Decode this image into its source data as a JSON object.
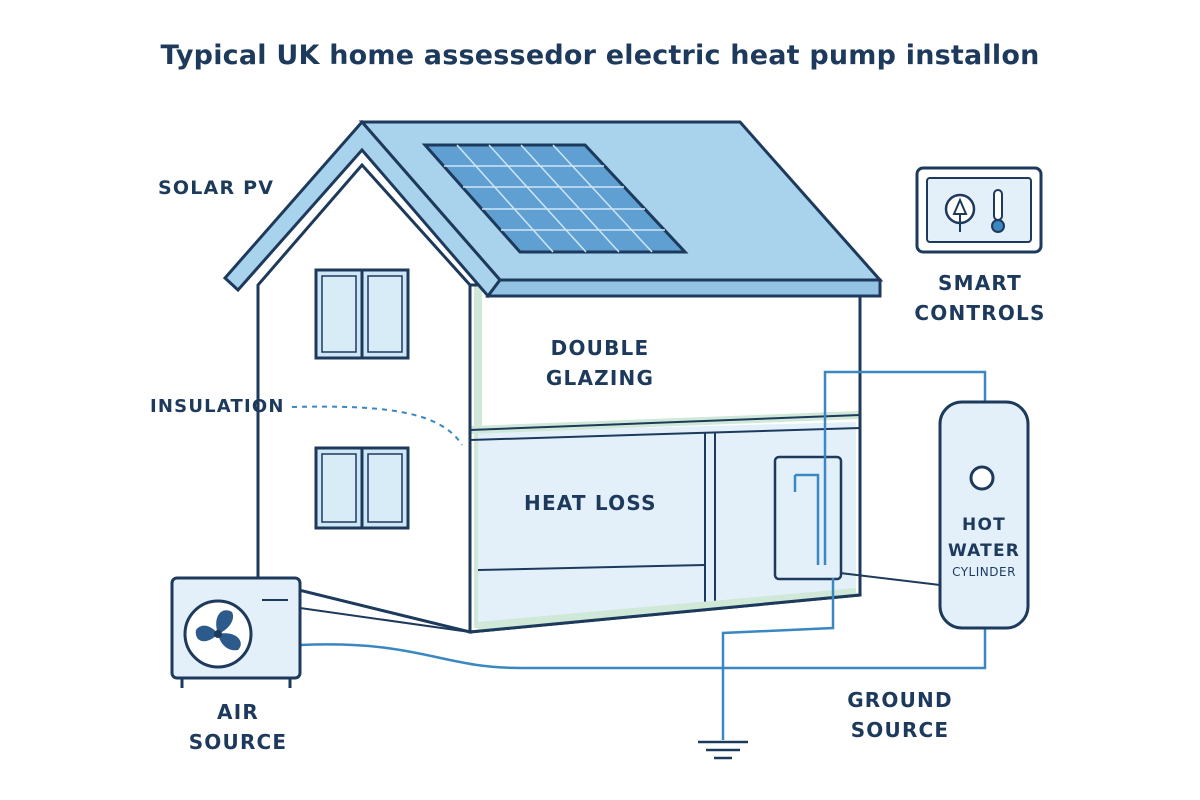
{
  "title": "Typical UK home assessedor electric heat pump installon",
  "labels": {
    "solar_pv": "SOLAR PV",
    "insulation": "INSULATION",
    "double_glazing_1": "DOUBLE",
    "double_glazing_2": "GLAZING",
    "heat_loss": "HEAT LOSS",
    "smart_controls_1": "SMART",
    "smart_controls_2": "CONTROLS",
    "hot_water_1": "HOT",
    "hot_water_2": "WATER",
    "hot_water_3": "CYLINDER",
    "air_source_1": "AIR",
    "air_source_2": "SOURCE",
    "ground_source_1": "GROUND",
    "ground_source_2": "SOURCE"
  },
  "icons": {
    "smart_controls": [
      "leaf-icon",
      "thermometer-icon"
    ],
    "air_source_unit": "fan-icon"
  },
  "colors": {
    "outline": "#1d3a5c",
    "roof": "#a9d2ec",
    "panel": "#5f9fd1",
    "wall": "#ffffff",
    "interior": "#e3f0fa",
    "insulation": "#cfe8d8",
    "pipe": "#3a87c2"
  }
}
